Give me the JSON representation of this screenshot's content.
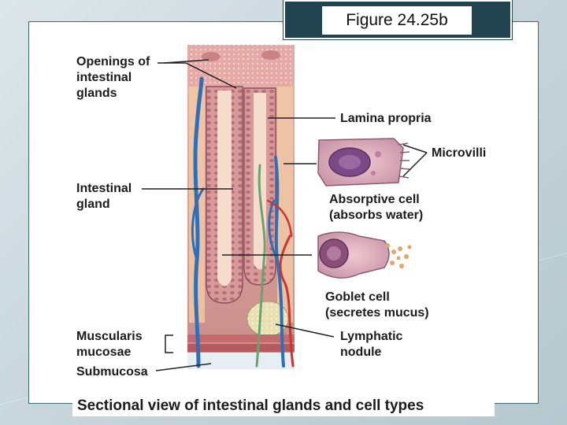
{
  "figure_title": "Figure 24.25b",
  "labels": {
    "openings": "Openings of\nintestinal\nglands",
    "lamina": "Lamina propria",
    "microvilli": "Microvilli",
    "gland": "Intestinal\ngland",
    "absorptive": "Absorptive cell\n(absorbs water)",
    "goblet": "Goblet cell\n(secretes mucus)",
    "muscularis": "Muscularis\nmucosae",
    "lymphatic": "Lymphatic\nnodule",
    "submucosa": "Submucosa"
  },
  "caption": "Sectional view of intestinal glands and cell types",
  "colors": {
    "frame": "#21424f",
    "tissue": "#d9a3a0",
    "gland_lumen": "#f3d9c9",
    "vessel_blue": "#2f6fb6",
    "vessel_red": "#c9362f",
    "nucleus": "#7a4a86"
  }
}
